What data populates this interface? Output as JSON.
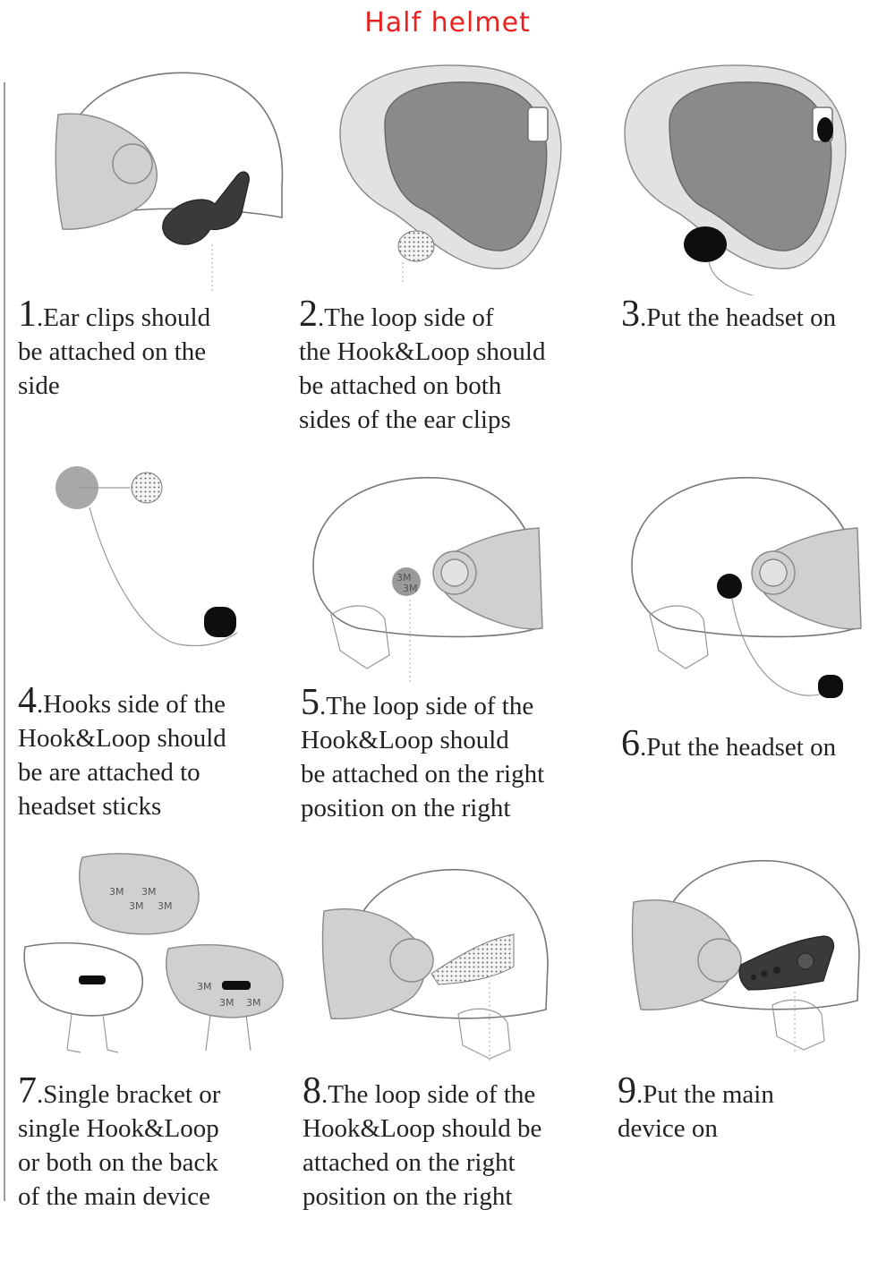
{
  "title": "Half helmet",
  "steps": [
    {
      "num": "1",
      "lines": [
        ".Ear clips should",
        "be attached on the",
        "side"
      ]
    },
    {
      "num": "2",
      "lines": [
        ".The loop side of",
        "the Hook&Loop should",
        "be attached on both",
        "sides of the ear clips"
      ]
    },
    {
      "num": "3",
      "lines": [
        ".Put the headset on"
      ]
    },
    {
      "num": "4",
      "lines": [
        ".Hooks side of the",
        "Hook&Loop should",
        "be are attached to",
        "headset sticks"
      ]
    },
    {
      "num": "5",
      "lines": [
        ".The loop side of the",
        "Hook&Loop should",
        "be attached on the right",
        "position on the right"
      ]
    },
    {
      "num": "6",
      "lines": [
        ".Put the headset on"
      ]
    },
    {
      "num": "7",
      "lines": [
        ".Single bracket or",
        "single Hook&Loop",
        "or both on the back",
        "of the main device"
      ]
    },
    {
      "num": "8",
      "lines": [
        ".The loop side of the",
        "Hook&Loop should be",
        "attached on the right",
        "position on the right"
      ]
    },
    {
      "num": "9",
      "lines": [
        ".Put the main",
        "device on"
      ]
    }
  ],
  "labels": {
    "tape": "3M"
  },
  "colors": {
    "title": "#e8231f",
    "pad": "#d0d0d0",
    "inner": "#8a8a8a",
    "device": "#3a3a3a"
  }
}
